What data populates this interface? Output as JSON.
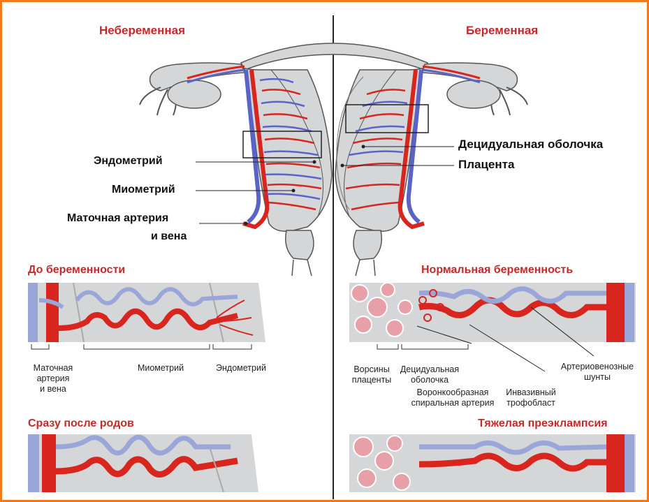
{
  "top": {
    "left_title": "Небеременная",
    "right_title": "Беременная",
    "labels_left": [
      "Эндометрий",
      "Миометрий",
      "Маточная артерия",
      "и вена"
    ],
    "labels_right": [
      "Децидуальная оболочка",
      "Плацента"
    ]
  },
  "panels": {
    "before": {
      "title": "До беременности",
      "labels": [
        "Маточная",
        "артерия",
        "и вена",
        "Миометрий",
        "Эндометрий"
      ]
    },
    "postpartum": {
      "title": "Сразу после родов"
    },
    "normal": {
      "title": "Нормальная беременность",
      "labels": [
        "Ворсины",
        "плаценты",
        "Децидуальная",
        "оболочка",
        "Воронкообразная",
        "спиральная артерия",
        "Инвазивный",
        "трофобласт",
        "Артериовенозные",
        "шунты"
      ]
    },
    "preeclampsia": {
      "title": "Тяжелая преэклампсия"
    }
  },
  "colors": {
    "frame": "#f07a1a",
    "title_red": "#c8282a",
    "artery": "#d8251e",
    "vein": "#5a64c8",
    "vein_light": "#9aa6d8",
    "tissue": "#d2d4d6",
    "villi": "#e8a0a8"
  }
}
